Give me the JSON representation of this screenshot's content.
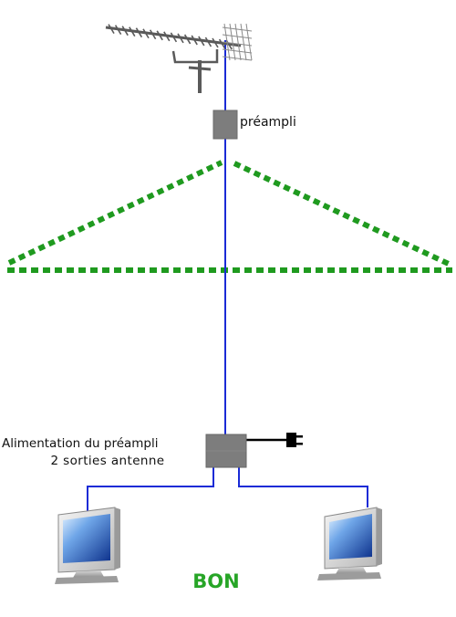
{
  "labels": {
    "preamp": "préampli",
    "power_supply": "Alimentation du préampli",
    "outputs": "2 sorties antenne",
    "verdict": "BON"
  },
  "colors": {
    "cable": "#1a2bd6",
    "roof": "#1f9a1f",
    "verdict": "#27a527",
    "box": "#7d7d7d",
    "antenna": "#5a5a5a",
    "power_cord": "#000000"
  },
  "icons": {
    "antenna": "yagi-antenna-icon",
    "preamp": "preamp-box-icon",
    "power_box": "power-box-icon",
    "plug": "plug-icon",
    "tv": "monitor-icon"
  }
}
